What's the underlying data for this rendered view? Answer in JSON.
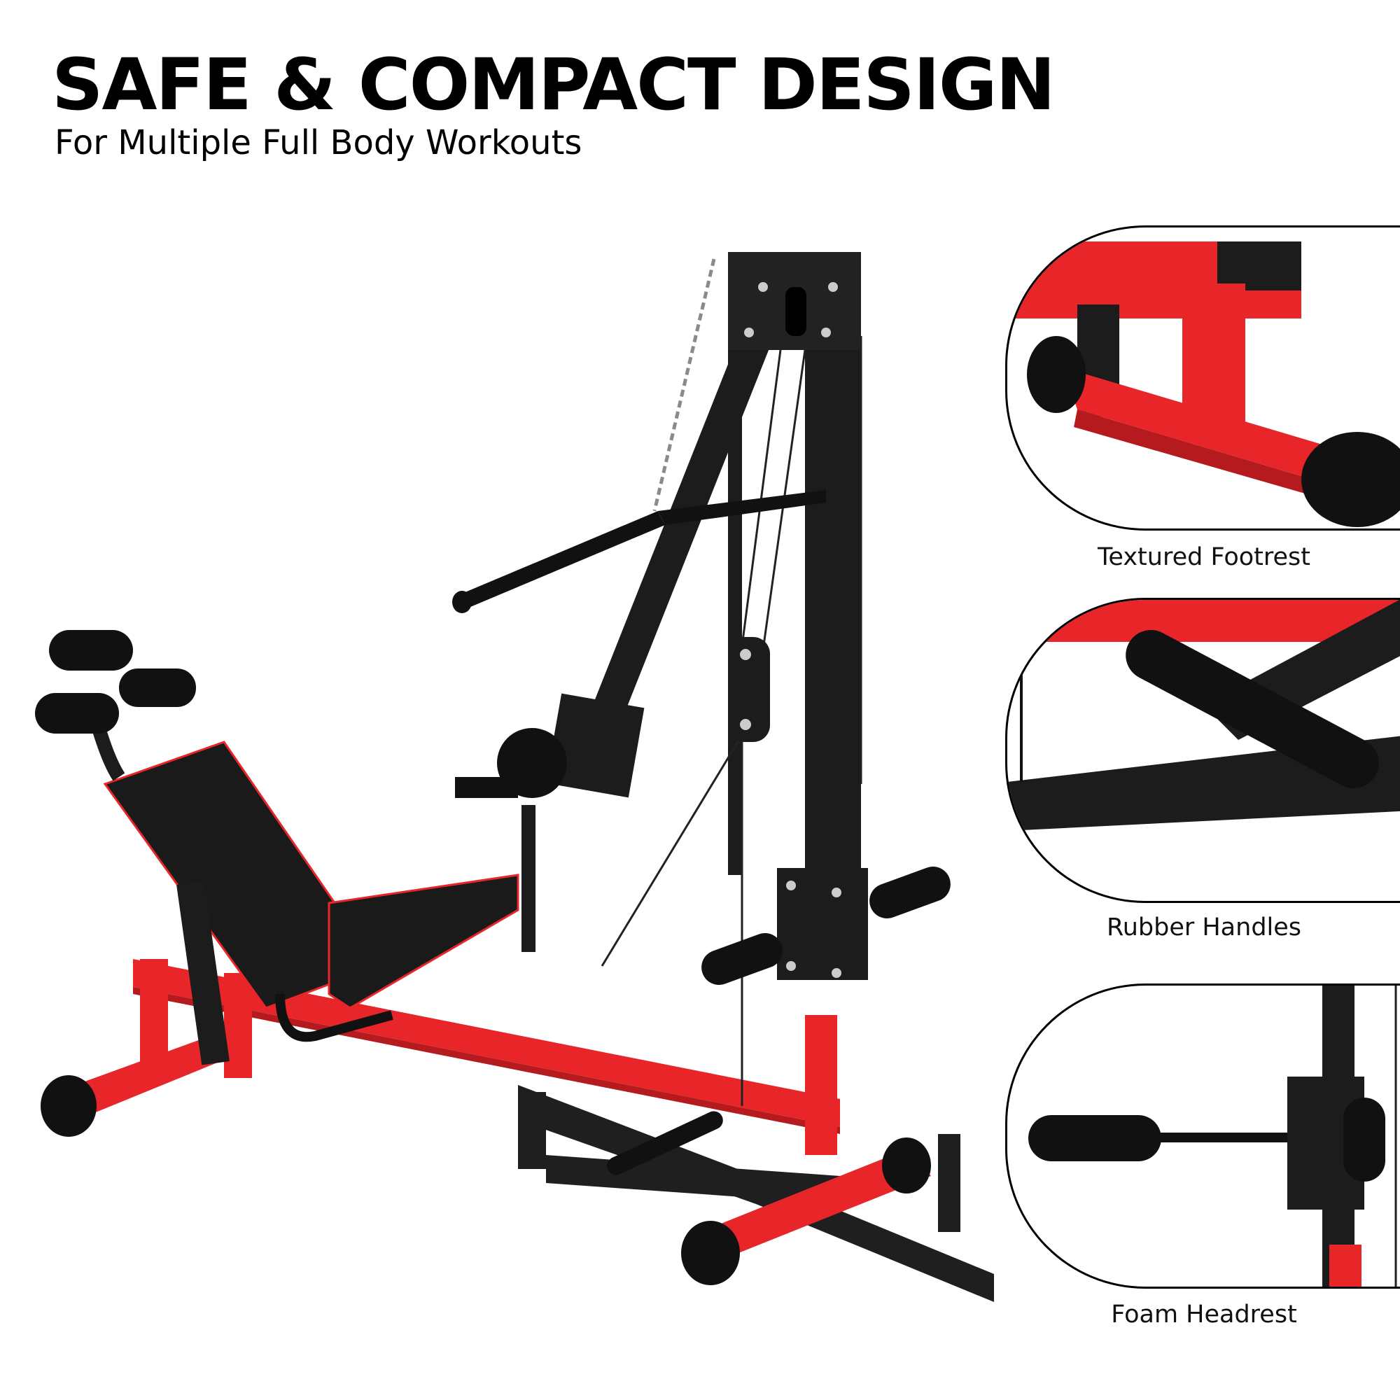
{
  "headline": "SAFE & COMPACT DESIGN",
  "subheadline": "For Multiple Full Body Workouts",
  "callouts": [
    {
      "label": "Textured Footrest"
    },
    {
      "label": "Rubber Handles"
    },
    {
      "label": "Foam Headrest"
    }
  ],
  "colors": {
    "frame_red": "#e8262a",
    "frame_black": "#1c1c1c",
    "background": "#ffffff",
    "text": "#000000"
  }
}
